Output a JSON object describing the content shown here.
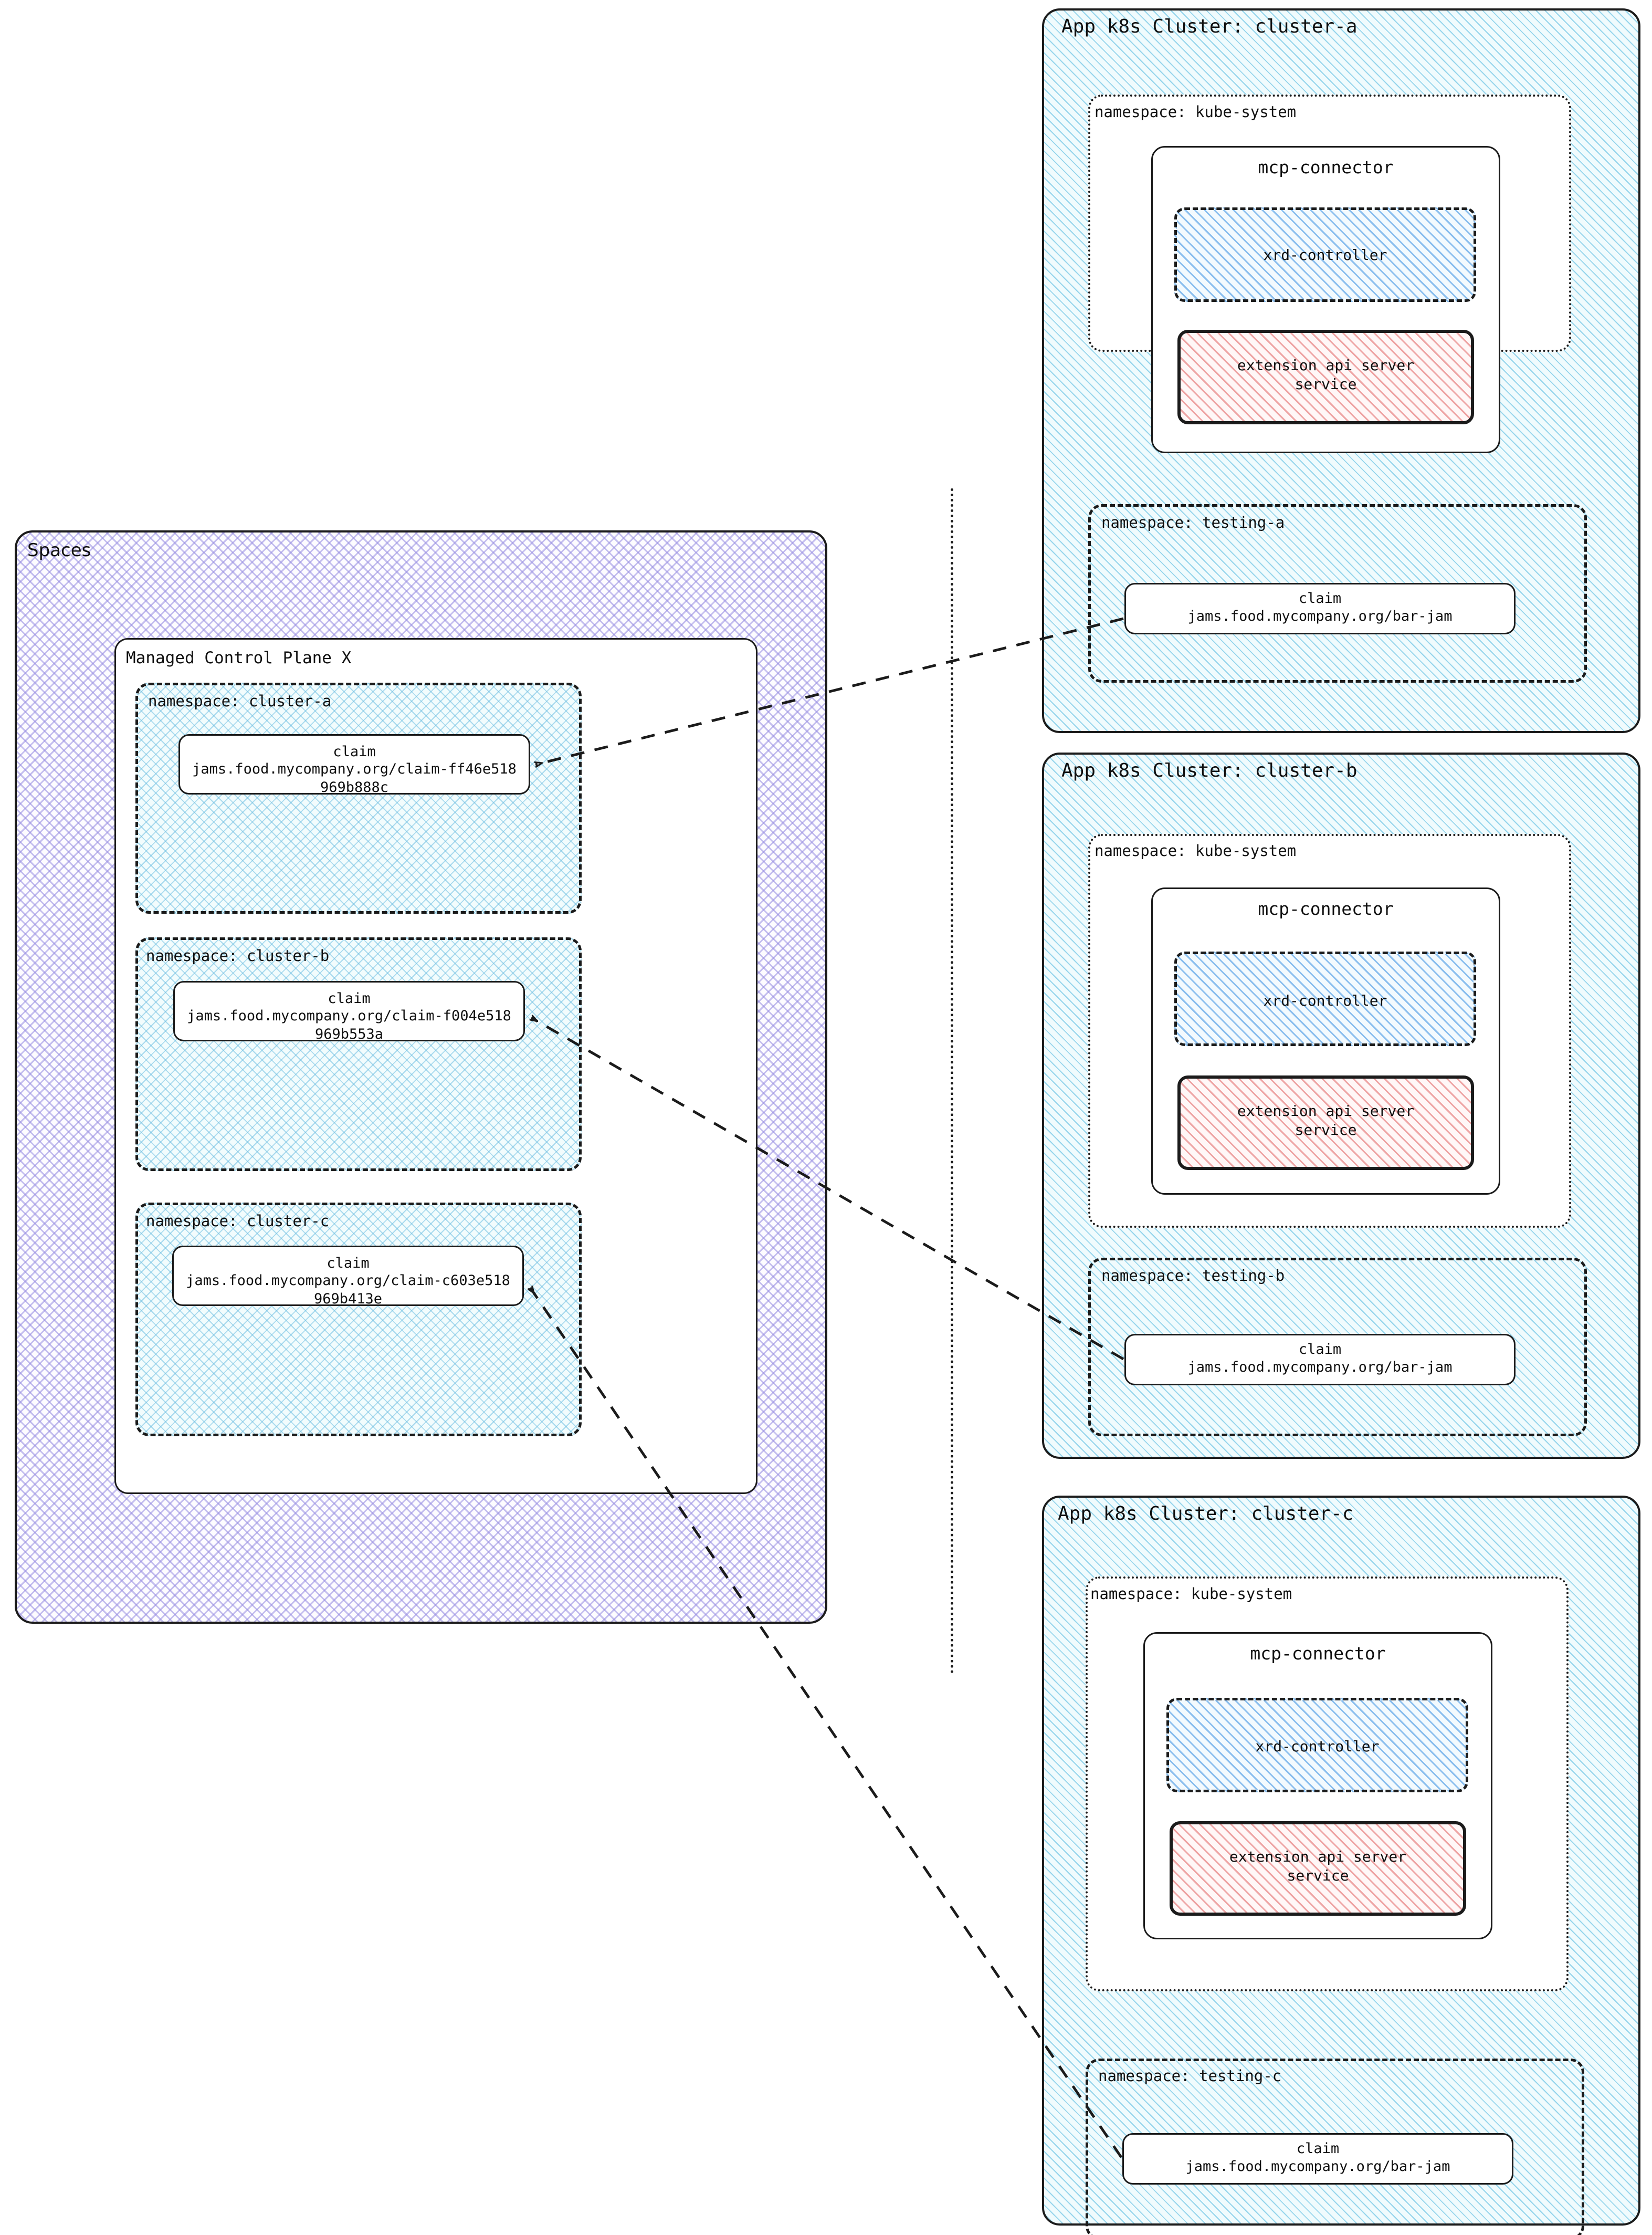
{
  "diagram": {
    "spaces": {
      "label": "Spaces",
      "control_plane": {
        "label": "Managed Control Plane X",
        "namespaces": [
          {
            "label": "namespace: cluster-a",
            "claim": {
              "kind": "claim",
              "ref": "jams.food.mycompany.org/claim-ff46e518969b888c"
            }
          },
          {
            "label": "namespace: cluster-b",
            "claim": {
              "kind": "claim",
              "ref": "jams.food.mycompany.org/claim-f004e518969b553a"
            }
          },
          {
            "label": "namespace: cluster-c",
            "claim": {
              "kind": "claim",
              "ref": "jams.food.mycompany.org/claim-c603e518969b413e"
            }
          }
        ]
      }
    },
    "clusters": [
      {
        "title": "App k8s Cluster: cluster-a",
        "kube_system": {
          "label": "namespace: kube-system",
          "connector": {
            "title": "mcp-connector",
            "xrd_controller": "xrd-controller",
            "ext_api_server": "extension api server\nservice",
            "ext_api_server_line1": "extension api server",
            "ext_api_server_line2": "service"
          }
        },
        "testing": {
          "label": "namespace: testing-a",
          "claim": {
            "kind": "claim",
            "ref": "jams.food.mycompany.org/bar-jam"
          }
        }
      },
      {
        "title": "App k8s Cluster: cluster-b",
        "kube_system": {
          "label": "namespace: kube-system",
          "connector": {
            "title": "mcp-connector",
            "xrd_controller": "xrd-controller",
            "ext_api_server_line1": "extension api server",
            "ext_api_server_line2": "service"
          }
        },
        "testing": {
          "label": "namespace: testing-b",
          "claim": {
            "kind": "claim",
            "ref": "jams.food.mycompany.org/bar-jam"
          }
        }
      },
      {
        "title": "App k8s Cluster: cluster-c",
        "kube_system": {
          "label": "namespace: kube-system",
          "connector": {
            "title": "mcp-connector",
            "xrd_controller": "xrd-controller",
            "ext_api_server_line1": "extension api server",
            "ext_api_server_line2": "service"
          }
        },
        "testing": {
          "label": "namespace: testing-c",
          "claim": {
            "kind": "claim",
            "ref": "jams.food.mycompany.org/bar-jam"
          }
        }
      }
    ],
    "colors": {
      "spaces_hatch": "#968ce1",
      "cluster_hatch": "#78c8e6",
      "namespace_hatch": "#6ebee1",
      "xrd_hatch": "#78b4eb",
      "api_server_hatch": "#eb9696",
      "stroke": "#1b1b1b"
    },
    "connections": [
      {
        "from": "testing-a claim",
        "to": "cluster-a claim",
        "style": "dashed-arrow"
      },
      {
        "from": "testing-b claim",
        "to": "cluster-b claim",
        "style": "dashed-arrow"
      },
      {
        "from": "testing-c claim",
        "to": "cluster-c claim",
        "style": "dashed-arrow"
      }
    ],
    "divider": {
      "style": "vertical-dotted"
    }
  }
}
